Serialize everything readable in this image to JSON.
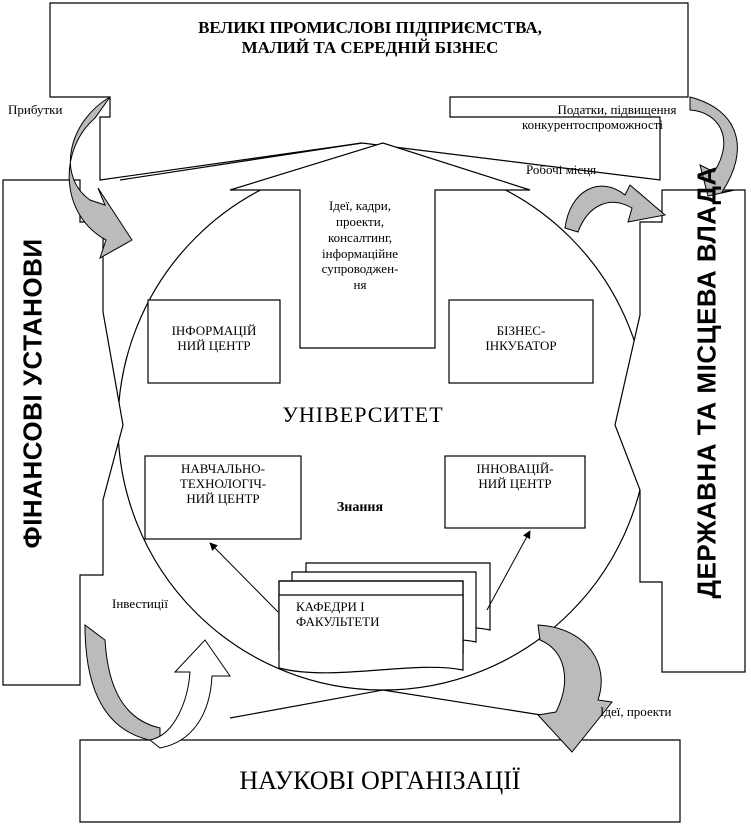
{
  "top_org": {
    "line1": "ВЕЛИКІ ПРОМИСЛОВІ ПІДПРИЄМСТВА,",
    "line2": "МАЛИЙ ТА СЕРЕДНІЙ БІЗНЕС"
  },
  "left_org": "ФІНАНСОВІ УСТАНОВИ",
  "right_org": "ДЕРЖАВНА ТА МІСЦЕВА ВЛАДА",
  "bottom_org": "НАУКОВІ ОРГАНІЗАЦІЇ",
  "university": "УНІВЕРСИТЕТ",
  "knowledge": "Знання",
  "flows": {
    "profits": "Прибутки",
    "taxes_line1": "Податки, підвищення",
    "taxes_line2": "конкурентоспроможності",
    "jobs": "Робочі місця",
    "investments": "Інвестиції",
    "ideas_projects": "Ідеї, проекти",
    "ideas_lines": [
      "Ідеї, кадри,",
      "проекти,",
      "консалтинг,",
      "інформаційне",
      "супроводжен-",
      "ня"
    ]
  },
  "units": {
    "info_center": [
      "ІНФОРМАЦІЙ",
      "НИЙ ЦЕНТР"
    ],
    "business_incubator": [
      "БІЗНЕС-",
      "ІНКУБАТОР"
    ],
    "edu_tech_center": [
      "НАВЧАЛЬНО-",
      "ТЕХНОЛОГІЧ-",
      "НИЙ ЦЕНТР"
    ],
    "innovation_center": [
      "ІННОВАЦІЙ-",
      "НИЙ  ЦЕНТР"
    ],
    "departments": [
      "КАФЕДРИ І",
      "ФАКУЛЬТЕТИ"
    ]
  }
}
